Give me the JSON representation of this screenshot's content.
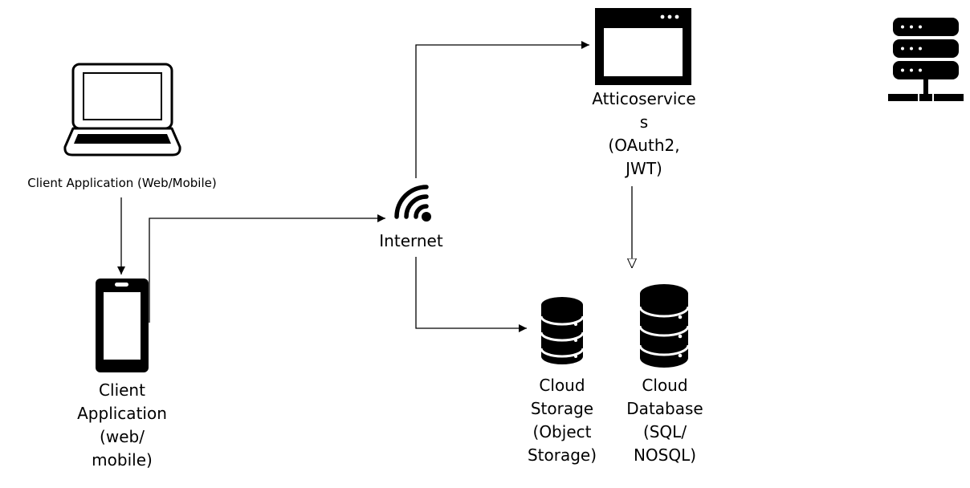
{
  "nodes": {
    "laptop": {
      "icon": "laptop-icon",
      "label": "Client Application (Web/Mobile)"
    },
    "phone": {
      "icon": "smartphone-icon",
      "label": "Client\nApplication\n(web/\nmobile)"
    },
    "internet": {
      "icon": "wifi-icon",
      "label": "Internet"
    },
    "auth_service": {
      "icon": "browser-window-icon",
      "label": "Atticoservice\ns\n(OAuth2,\nJWT)"
    },
    "server": {
      "icon": "server-rack-icon"
    },
    "cloud_storage": {
      "icon": "database-icon",
      "label": "Cloud\nStorage\n(Object\nStorage)"
    },
    "cloud_database": {
      "icon": "database-icon",
      "label": "Cloud\nDatabase\n(SQL/\nNOSQL)"
    }
  },
  "edges": [
    {
      "from": "laptop",
      "to": "phone"
    },
    {
      "from": "phone",
      "to": "internet"
    },
    {
      "from": "internet",
      "to": "auth_service"
    },
    {
      "from": "internet",
      "to": "cloud_storage"
    },
    {
      "from": "auth_service",
      "to": "cloud_database",
      "arrowhead": "open"
    }
  ],
  "colors": {
    "stroke": "#000000",
    "background": "#ffffff"
  }
}
